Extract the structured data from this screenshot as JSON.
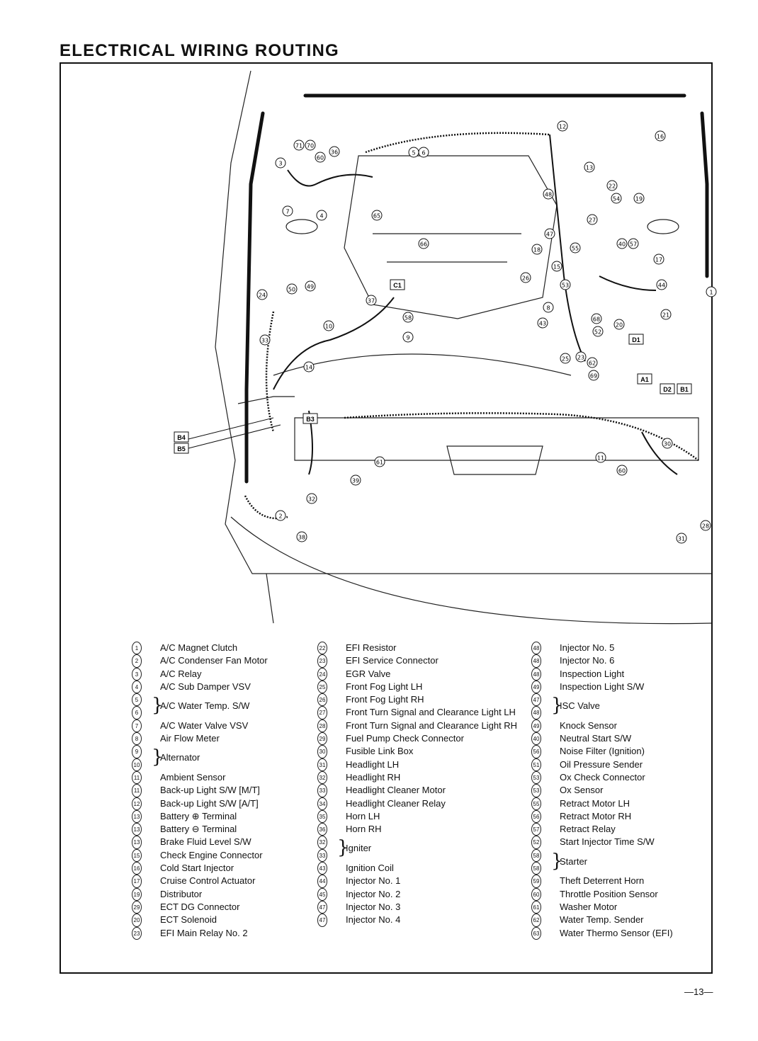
{
  "page": {
    "title": "ELECTRICAL WIRING ROUTING",
    "page_number": "—13—"
  },
  "diagram": {
    "connector_boxes": [
      "B4",
      "B5",
      "B3",
      "C1",
      "A1",
      "D1",
      "D2",
      "B1"
    ],
    "callouts": [
      "71",
      "70",
      "36",
      "3",
      "60",
      "5",
      "6",
      "12",
      "16",
      "13",
      "22",
      "48",
      "54",
      "19",
      "7",
      "4",
      "65",
      "66",
      "47",
      "27",
      "55",
      "18",
      "15",
      "40",
      "57",
      "17",
      "26",
      "53",
      "44",
      "24",
      "50",
      "49",
      "37",
      "58",
      "9",
      "10",
      "8",
      "43",
      "68",
      "52",
      "20",
      "21",
      "1",
      "25",
      "23",
      "62",
      "69",
      "14",
      "33",
      "32",
      "61",
      "39",
      "11",
      "60",
      "2",
      "38",
      "31",
      "28",
      "30"
    ]
  },
  "legend": {
    "col1": [
      {
        "nums": [
          "1"
        ],
        "label": "A/C Magnet Clutch"
      },
      {
        "nums": [
          "2"
        ],
        "label": "A/C Condenser Fan Motor"
      },
      {
        "nums": [
          "3"
        ],
        "label": "A/C Relay"
      },
      {
        "nums": [
          "4"
        ],
        "label": "A/C Sub Damper VSV"
      },
      {
        "nums": [
          "5",
          "6"
        ],
        "label": "A/C Water Temp. S/W"
      },
      {
        "nums": [
          "7"
        ],
        "label": "A/C Water Valve VSV"
      },
      {
        "nums": [
          "8"
        ],
        "label": "Air Flow Meter"
      },
      {
        "nums": [
          "9",
          "10"
        ],
        "label": "Alternator"
      },
      {
        "nums": [
          "11"
        ],
        "label": "Ambient Sensor"
      },
      {
        "nums": [
          "11"
        ],
        "label": "Back-up Light S/W [M/T]"
      },
      {
        "nums": [
          "12"
        ],
        "label": "Back-up Light S/W [A/T]"
      },
      {
        "nums": [
          "13"
        ],
        "label": "Battery ⊕ Terminal"
      },
      {
        "nums": [
          "13"
        ],
        "label": "Battery ⊖ Terminal"
      },
      {
        "nums": [
          "13"
        ],
        "label": "Brake Fluid Level S/W"
      },
      {
        "nums": [
          "15"
        ],
        "label": "Check Engine Connector"
      },
      {
        "nums": [
          "16"
        ],
        "label": "Cold Start Injector"
      },
      {
        "nums": [
          "17"
        ],
        "label": "Cruise Control Actuator"
      },
      {
        "nums": [
          "19"
        ],
        "label": "Distributor"
      },
      {
        "nums": [
          "29"
        ],
        "label": "ECT DG Connector"
      },
      {
        "nums": [
          "20"
        ],
        "label": "ECT Solenoid"
      },
      {
        "nums": [
          "23"
        ],
        "label": "EFI Main Relay No. 2"
      }
    ],
    "col2": [
      {
        "nums": [
          "22"
        ],
        "label": "EFI Resistor"
      },
      {
        "nums": [
          "23"
        ],
        "label": "EFI Service Connector"
      },
      {
        "nums": [
          "24"
        ],
        "label": "EGR Valve"
      },
      {
        "nums": [
          "25"
        ],
        "label": "Front Fog Light LH"
      },
      {
        "nums": [
          "26"
        ],
        "label": "Front Fog Light RH"
      },
      {
        "nums": [
          "27"
        ],
        "label": "Front Turn Signal and Clearance Light LH"
      },
      {
        "nums": [
          "28"
        ],
        "label": "Front Turn Signal and Clearance Light RH"
      },
      {
        "nums": [
          "29"
        ],
        "label": "Fuel Pump Check Connector"
      },
      {
        "nums": [
          "30"
        ],
        "label": "Fusible Link Box"
      },
      {
        "nums": [
          "31"
        ],
        "label": "Headlight LH"
      },
      {
        "nums": [
          "32"
        ],
        "label": "Headlight RH"
      },
      {
        "nums": [
          "33"
        ],
        "label": "Headlight Cleaner Motor"
      },
      {
        "nums": [
          "34"
        ],
        "label": "Headlight Cleaner Relay"
      },
      {
        "nums": [
          "35"
        ],
        "label": "Horn LH"
      },
      {
        "nums": [
          "36"
        ],
        "label": "Horn RH"
      },
      {
        "nums": [
          "32",
          "33"
        ],
        "label": "Igniter"
      },
      {
        "nums": [
          "43"
        ],
        "label": "Ignition Coil"
      },
      {
        "nums": [
          "44"
        ],
        "label": "Injector No. 1"
      },
      {
        "nums": [
          "45"
        ],
        "label": "Injector No. 2"
      },
      {
        "nums": [
          "47"
        ],
        "label": "Injector No. 3"
      },
      {
        "nums": [
          "47"
        ],
        "label": "Injector No. 4"
      }
    ],
    "col3": [
      {
        "nums": [
          "48"
        ],
        "label": "Injector No. 5"
      },
      {
        "nums": [
          "48"
        ],
        "label": "Injector No. 6"
      },
      {
        "nums": [
          "48"
        ],
        "label": "Inspection Light"
      },
      {
        "nums": [
          "49"
        ],
        "label": "Inspection Light S/W"
      },
      {
        "nums": [
          "47",
          "48"
        ],
        "label": "ISC Valve"
      },
      {
        "nums": [
          "49"
        ],
        "label": "Knock Sensor"
      },
      {
        "nums": [
          "40"
        ],
        "label": "Neutral Start S/W"
      },
      {
        "nums": [
          "56"
        ],
        "label": "Noise Filter (Ignition)"
      },
      {
        "nums": [
          "51"
        ],
        "label": "Oil Pressure Sender"
      },
      {
        "nums": [
          "53"
        ],
        "label": "Ox Check Connector"
      },
      {
        "nums": [
          "53"
        ],
        "label": "Ox Sensor"
      },
      {
        "nums": [
          "55"
        ],
        "label": "Retract Motor LH"
      },
      {
        "nums": [
          "56"
        ],
        "label": "Retract Motor RH"
      },
      {
        "nums": [
          "57"
        ],
        "label": "Retract Relay"
      },
      {
        "nums": [
          "52"
        ],
        "label": "Start Injector Time S/W"
      },
      {
        "nums": [
          "58",
          "58"
        ],
        "label": "Starter"
      },
      {
        "nums": [
          "59"
        ],
        "label": "Theft Deterrent Horn"
      },
      {
        "nums": [
          "60"
        ],
        "label": "Throttle Position Sensor"
      },
      {
        "nums": [
          "61"
        ],
        "label": "Washer Motor"
      },
      {
        "nums": [
          "62"
        ],
        "label": "Water Temp. Sender"
      },
      {
        "nums": [
          "63"
        ],
        "label": "Water Thermo Sensor (EFI)"
      }
    ]
  }
}
